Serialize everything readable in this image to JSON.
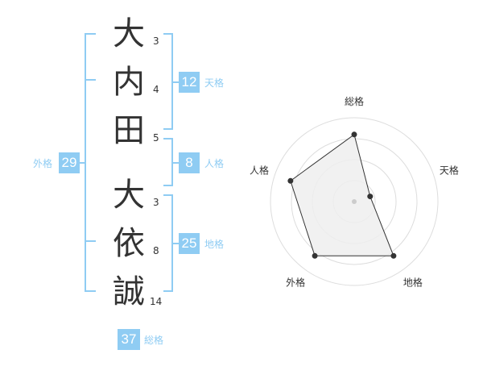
{
  "name": {
    "chars": [
      {
        "kanji": "大",
        "strokes": "3"
      },
      {
        "kanji": "内",
        "strokes": "4"
      },
      {
        "kanji": "田",
        "strokes": "5"
      },
      {
        "kanji": "大",
        "strokes": "3"
      },
      {
        "kanji": "依",
        "strokes": "8"
      },
      {
        "kanji": "誠",
        "strokes": "14"
      }
    ]
  },
  "fortunes": {
    "tenkaku": {
      "label": "天格",
      "value": "12"
    },
    "jinkaku": {
      "label": "人格",
      "value": "8"
    },
    "chikaku": {
      "label": "地格",
      "value": "25"
    },
    "gaikaku": {
      "label": "外格",
      "value": "29"
    },
    "soukaku": {
      "label": "総格",
      "value": "37"
    }
  },
  "colors": {
    "accent": "#8fccf3",
    "text": "#333333",
    "radar_fill": "#eeeeee",
    "radar_grid": "#dddddd"
  },
  "chart_data": {
    "type": "radar",
    "axes": [
      "総格",
      "天格",
      "地格",
      "外格",
      "人格"
    ],
    "values": [
      0.8,
      0.2,
      0.8,
      0.8,
      0.8
    ],
    "range": [
      0,
      1
    ],
    "rings": 4
  }
}
